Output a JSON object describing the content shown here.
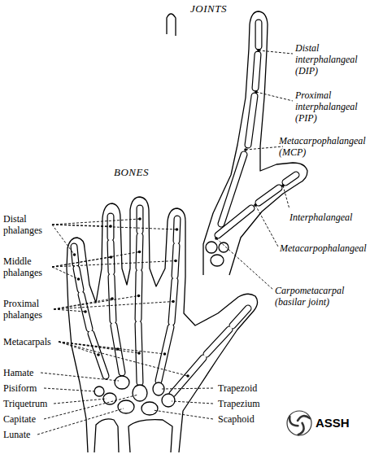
{
  "diagram": {
    "labels": [
      "JOINTS",
      "Distal interphalangeal (DIP)",
      "Proximal interphalangeal (PIP)",
      "Metacarpophalangeal (MCP)",
      "BONES",
      "Interphalangeal",
      "Metacarpophalangeal",
      "Carpometacarpal (basilar joint)",
      "Distal phalanges",
      "Middle phalanges",
      "Proximal phalanges",
      "Metacarpals",
      "Hamate",
      "Pisiform",
      "Triquetrum",
      "Capitate",
      "Lunate",
      "Trapezoid",
      "Trapezium",
      "Scaphoid",
      "ASSH"
    ]
  }
}
